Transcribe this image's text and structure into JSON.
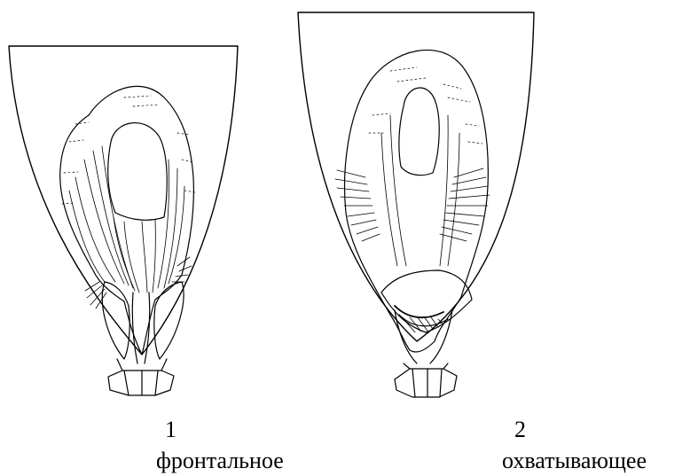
{
  "figures": [
    {
      "number": "1",
      "label": "фронтальное"
    },
    {
      "number": "2",
      "label": "охватывающее"
    }
  ],
  "colors": {
    "ink": "#000000",
    "background": "#ffffff"
  }
}
